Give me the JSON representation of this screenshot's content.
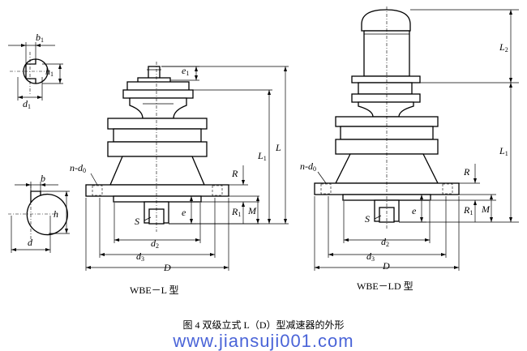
{
  "labels": {
    "b1": "b",
    "b1_sub": "1",
    "h1": "h",
    "h1_sub": "1",
    "d1": "d",
    "d1_sub": "1",
    "e1": "e",
    "e1_sub": "1",
    "b": "b",
    "h": "h",
    "d": "d",
    "nd0_left": "n-d",
    "nd0_left_sub": "0",
    "L1": "L",
    "L1_sub": "1",
    "L": "L",
    "R_left": "R",
    "R1_left": "R",
    "R1_left_sub": "1",
    "M_left": "M",
    "e_left": "e",
    "S_left": "S",
    "d2_left": "d",
    "d2_left_sub": "2",
    "d3_left": "d",
    "d3_left_sub": "3",
    "D_left": "D",
    "nd0_right": "n-d",
    "nd0_right_sub": "0",
    "L2": "L",
    "L2_sub": "2",
    "L1r": "L",
    "L1r_sub": "1",
    "R_right": "R",
    "R1_right": "R",
    "R1_right_sub": "1",
    "M_right": "M",
    "e_right": "e",
    "S_right": "S",
    "d2_right": "d",
    "d2_right_sub": "2",
    "d3_right": "d",
    "d3_right_sub": "3",
    "D_right": "D"
  },
  "captions": {
    "left_model": "WBE－L 型",
    "right_model": "WBE－LD 型",
    "figure": "图 4 双级立式 L（D）型减速器的外形",
    "watermark": "www.jiansuji001.com"
  }
}
